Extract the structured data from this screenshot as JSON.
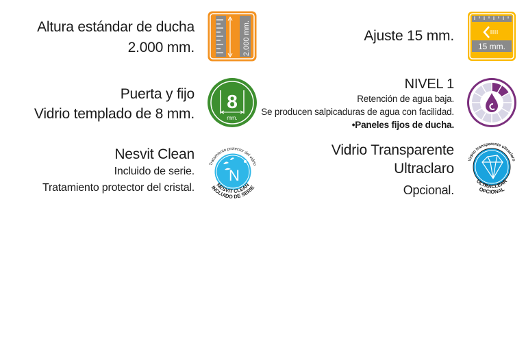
{
  "features": {
    "height": {
      "title": "Altura estándar de ducha",
      "value": "2.000 mm.",
      "icon_label": "2.000 mm."
    },
    "adjust": {
      "title": "Ajuste 15 mm.",
      "icon_label": "15 mm."
    },
    "glass": {
      "line1": "Puerta y fijo",
      "line2": "Vidrio templado de 8 mm.",
      "icon_number": "8",
      "icon_unit": "mm."
    },
    "level": {
      "title": "NIVEL 1",
      "line1": "Retención de agua baja.",
      "line2": "Se producen salpicaduras de agua con facilidad.",
      "line3": "•Paneles fijos de ducha.",
      "level_value": 1,
      "level_max": 4
    },
    "nesvit": {
      "title": "Nesvit Clean",
      "line1": "Incluido de serie.",
      "line2": "Tratamiento protector del cristal.",
      "icon_top": "Tratamiento protector del vidrio",
      "icon_bottom1": "NESVIT CLEAN",
      "icon_bottom2": "INCLUIDO DE SERIE",
      "icon_letter": "N"
    },
    "ultraclear": {
      "line1": "Vidrio Transparente",
      "line2": "Ultraclaro",
      "line3": "Opcional.",
      "icon_top": "Vidrio transparente ultraclaro",
      "icon_bottom1": "ULTRACLEAR",
      "icon_bottom2": "OPCIONAL"
    }
  },
  "colors": {
    "orange": "#f39220",
    "yellow": "#fbb900",
    "green": "#3d8f2f",
    "purple": "#7b2f7d",
    "blue": "#2eb7e8",
    "gray": "#8a8a8a"
  }
}
